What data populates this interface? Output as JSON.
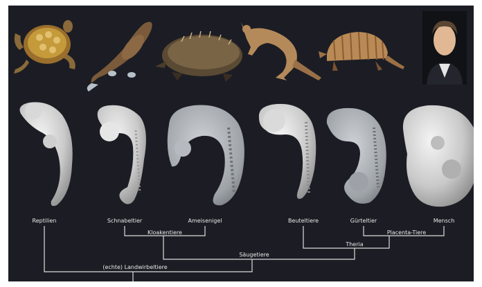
{
  "taxa": [
    {
      "label": "Reptilien"
    },
    {
      "label": "Schnabeltier"
    },
    {
      "label": "Ameisenigel"
    },
    {
      "label": "Beuteltiere"
    },
    {
      "label": "Gürteltier"
    },
    {
      "label": "Mensch"
    }
  ],
  "groups": {
    "kloakentiere": "Kloakentiere",
    "placenta": "Placenta-Tiere",
    "theria": "Theria",
    "saeugetiere": "Säugetiere",
    "landwirbeltiere": "(echte) Landwirbeltiere"
  },
  "colors": {
    "background": "#1c1d24",
    "text": "#e8e8e8",
    "tree_lines": "#dcdcdc"
  }
}
